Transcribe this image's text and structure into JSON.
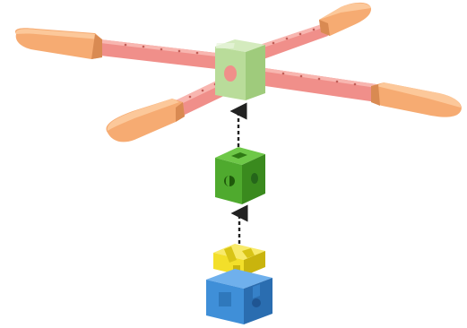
{
  "colors": {
    "background": "#ffffff",
    "arm": "#f08f8a",
    "arm_dark": "#d8706a",
    "arm_light": "#f8b6b0",
    "paddle": "#f6ab72",
    "paddle_dark": "#d98a52",
    "paddle_light": "#fcc89a",
    "hub": "#b9dc9a",
    "hub_dark": "#8fbd6d",
    "green_cube": "#4faa2e",
    "green_cube_dark": "#3a8a1e",
    "green_cube_light": "#6ec848",
    "yellow": "#f3df2a",
    "yellow_dark": "#c9b40d",
    "blue": "#3f8fd8",
    "blue_dark": "#2a6db0",
    "blue_light": "#6fb0ec",
    "arrow": "#222222"
  },
  "parts": [
    {
      "name": "cross-frame",
      "description_icon": "cross-arms-icon"
    },
    {
      "name": "green-connector-cube",
      "description_icon": "cube-icon"
    },
    {
      "name": "yellow-cap",
      "description_icon": "cap-icon"
    },
    {
      "name": "blue-base-cube",
      "description_icon": "cube-icon"
    }
  ]
}
